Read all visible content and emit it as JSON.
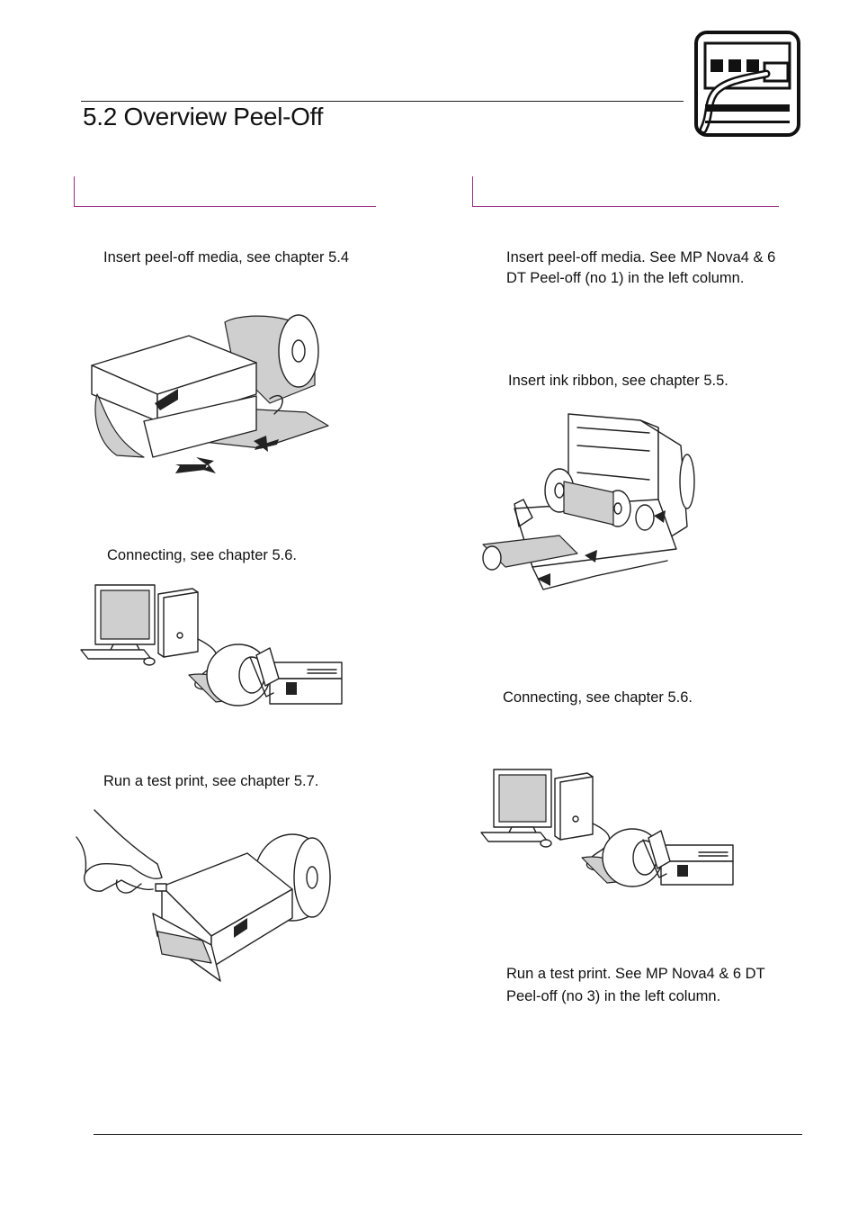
{
  "page": {
    "section_title": "5.2 Overview Peel-Off"
  },
  "left_column": {
    "steps": [
      "Insert peel-off media, see chapter 5.4",
      "Connecting, see chapter 5.6.",
      "Run a test print, see chapter 5.7."
    ]
  },
  "right_column": {
    "steps": [
      "Insert peel-off media. See MP Nova4 & 6 DT Peel-off (no 1) in the left column.",
      "Insert ink ribbon, see chapter 5.5.",
      "Connecting, see chapter 5.6.",
      "Run a test print. See MP Nova4 & 6 DT Peel-off (no 3) in the left column."
    ]
  },
  "colors": {
    "accent": "#9a2c84",
    "rule": "#222222"
  },
  "icons": [
    "connector-icon"
  ]
}
